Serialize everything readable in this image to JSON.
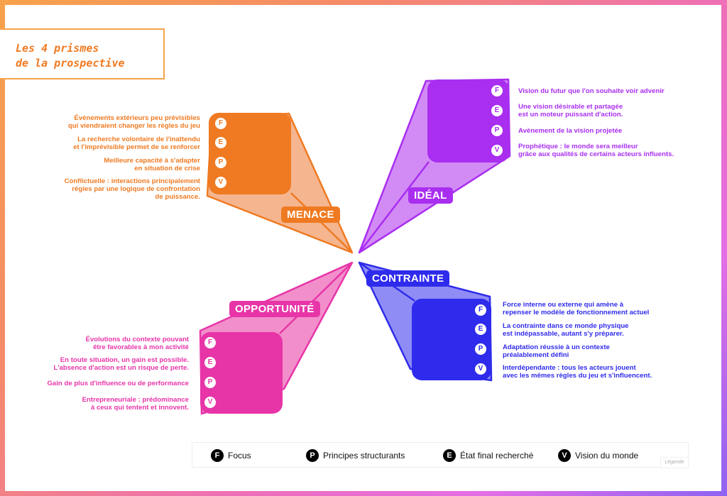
{
  "title": "Les 4 prismes\nde la prospective",
  "colors": {
    "menace": "#ef7a22",
    "menace_light": "#f5b58f",
    "ideal": "#a92ef0",
    "ideal_light": "#d28bf5",
    "contrainte": "#2f2bec",
    "contrainte_light": "#8f8df5",
    "opportunite": "#e735a8",
    "opportunite_light": "#f28fcb"
  },
  "prisms": {
    "menace": {
      "label": "MENACE",
      "badges": [
        "F",
        "E",
        "P",
        "V"
      ],
      "items": [
        "Événements extérieurs peu prévisibles\nqui viendraient changer les règles du jeu",
        "La recherche volontaire de l'inattendu\net l'imprévisible permet de se renforcer",
        "Meilleure capacité à s'adapter\nen situation de crise",
        "Conflictuelle : interactions principalement\nrégies par une logique de confrontation\nde puissance."
      ]
    },
    "ideal": {
      "label": "IDÉAL",
      "badges": [
        "F",
        "E",
        "P",
        "V"
      ],
      "items": [
        "Vision du futur que l'on souhaite voir advenir",
        "Une vision désirable et partagée\nest un moteur puissant d'action.",
        "Avènement de la vision projetée",
        "Prophétique : le monde sera meilleur\ngrâce aux qualités de certains acteurs influents."
      ]
    },
    "contrainte": {
      "label": "CONTRAINTE",
      "badges": [
        "F",
        "E",
        "P",
        "V"
      ],
      "items": [
        "Force interne ou externe qui amène à\nrepenser le modèle de fonctionnement actuel",
        "La contrainte dans ce monde physique\nest indépassable, autant s'y préparer.",
        "Adaptation réussie à un contexte\npréalablement défini",
        "Interdépendante : tous les acteurs jouent\navec les mêmes règles du jeu et s'influencent."
      ]
    },
    "opportunite": {
      "label": "OPPORTUNITÉ",
      "badges": [
        "F",
        "E",
        "P",
        "V"
      ],
      "items": [
        "Évolutions du contexte pouvant\nêtre favorables à mon activité",
        "En toute situation, un gain est possible.\nL'absence d'action est un risque de perte.",
        "Gain de plus d'influence ou de performance",
        "Entrepreneuriale : prédominance\nà ceux qui tentent et innovent."
      ]
    }
  },
  "legend": {
    "items": [
      {
        "letter": "F",
        "label": "Focus"
      },
      {
        "letter": "P",
        "label": "Principes structurants"
      },
      {
        "letter": "E",
        "label": "État final recherché"
      },
      {
        "letter": "V",
        "label": "Vision du monde"
      }
    ],
    "button_label": "Légende"
  }
}
